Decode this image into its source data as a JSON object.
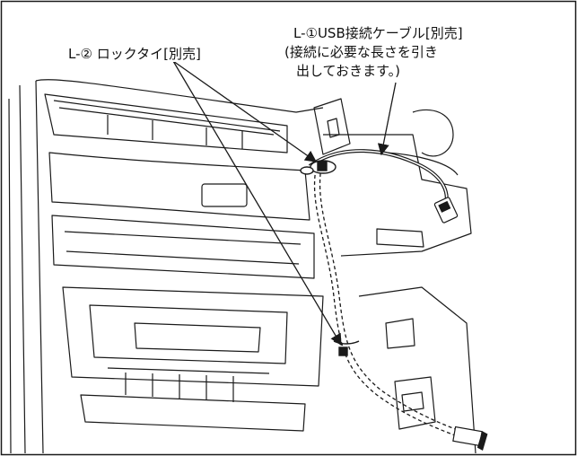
{
  "callouts": {
    "cable": {
      "line1": "L-①USB接続ケーブル[別売]",
      "line2": "(接続に必要な長さを引き",
      "line3": "出しておきます。)"
    },
    "lock_tie": {
      "label": "L-② ロックタイ[別売]"
    }
  },
  "colors": {
    "line": "#1a1a1a",
    "background": "#ffffff"
  }
}
